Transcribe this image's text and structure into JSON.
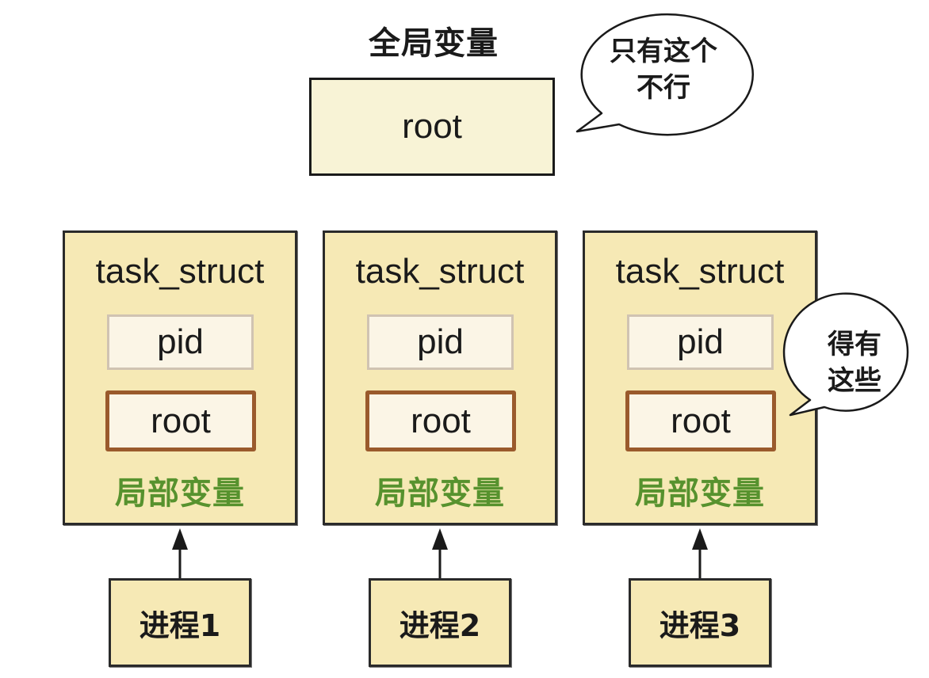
{
  "global": {
    "title": "全局变量",
    "box_label": "root",
    "bubble_text": "只有这个\n不行"
  },
  "tasks": [
    {
      "title": "task_struct",
      "pid_label": "pid",
      "root_label": "root",
      "local_label": "局部变量"
    },
    {
      "title": "task_struct",
      "pid_label": "pid",
      "root_label": "root",
      "local_label": "局部变量"
    },
    {
      "title": "task_struct",
      "pid_label": "pid",
      "root_label": "root",
      "local_label": "局部变量"
    }
  ],
  "processes": [
    {
      "label": "进程1"
    },
    {
      "label": "进程2"
    },
    {
      "label": "进程3"
    }
  ],
  "local_bubble_text": "得有\n这些",
  "colors": {
    "box_fill": "#f6e9b5",
    "inner_fill": "#fbf5e6",
    "root_border": "#9a5a2c",
    "local_label": "#57922e",
    "outline": "#1a1a1a"
  }
}
